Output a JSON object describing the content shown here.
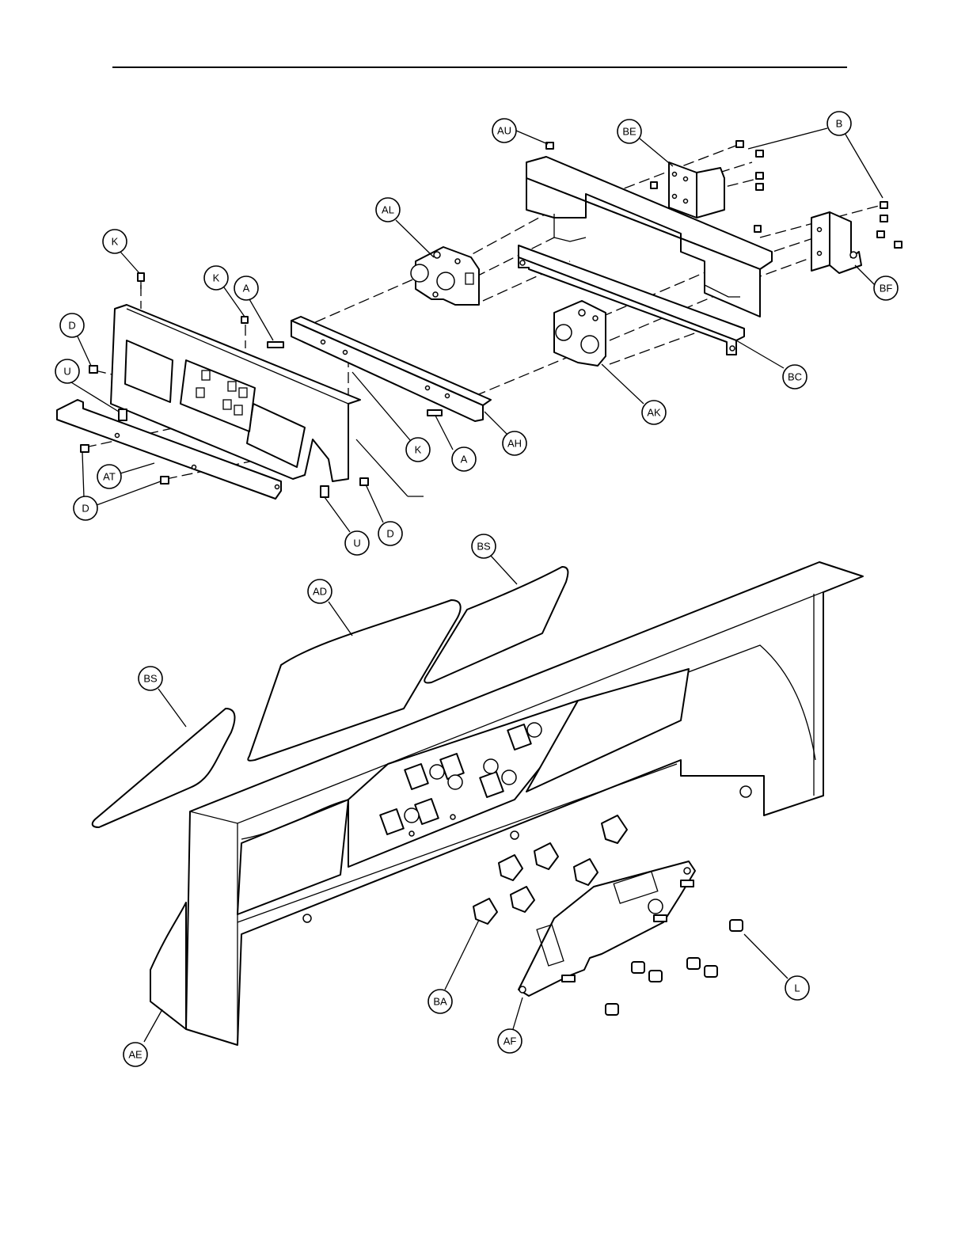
{
  "callouts": [
    {
      "id": "AU",
      "label": "AU"
    },
    {
      "id": "BE",
      "label": "BE"
    },
    {
      "id": "B",
      "label": "B"
    },
    {
      "id": "AL",
      "label": "AL"
    },
    {
      "id": "K1",
      "label": "K"
    },
    {
      "id": "K2",
      "label": "K"
    },
    {
      "id": "A1",
      "label": "A"
    },
    {
      "id": "D1",
      "label": "D"
    },
    {
      "id": "U1",
      "label": "U"
    },
    {
      "id": "BF",
      "label": "BF"
    },
    {
      "id": "BC",
      "label": "BC"
    },
    {
      "id": "AK",
      "label": "AK"
    },
    {
      "id": "AH",
      "label": "AH"
    },
    {
      "id": "K3",
      "label": "K"
    },
    {
      "id": "A2",
      "label": "A"
    },
    {
      "id": "AT",
      "label": "AT"
    },
    {
      "id": "D2",
      "label": "D"
    },
    {
      "id": "U2",
      "label": "U"
    },
    {
      "id": "D3",
      "label": "D"
    },
    {
      "id": "BS1",
      "label": "BS"
    },
    {
      "id": "AD",
      "label": "AD"
    },
    {
      "id": "BS2",
      "label": "BS"
    },
    {
      "id": "L",
      "label": "L"
    },
    {
      "id": "BA",
      "label": "BA"
    },
    {
      "id": "AF",
      "label": "AF"
    },
    {
      "id": "AE",
      "label": "AE"
    }
  ]
}
